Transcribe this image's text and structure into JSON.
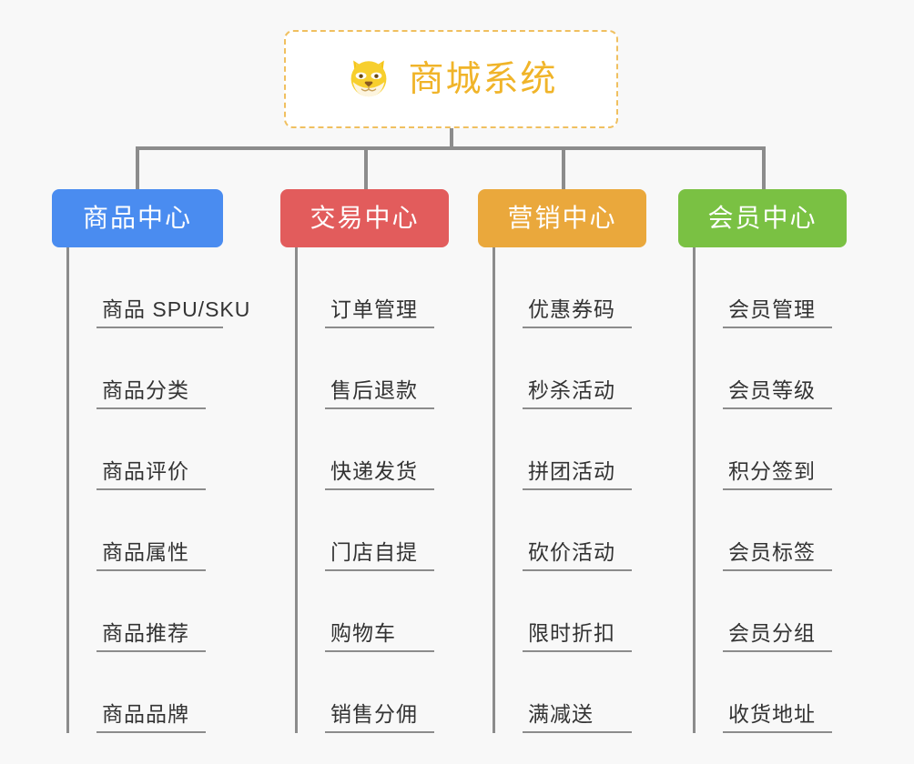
{
  "canvas": {
    "background_color": "#f8f8f8",
    "connector_color": "#8c8c8c"
  },
  "root": {
    "title": "商城系统",
    "icon": "dog-face-icon",
    "text_color": "#f0b429",
    "border_color": "#f0c060",
    "background_color": "#ffffff"
  },
  "columns": [
    {
      "category": "商品中心",
      "color": "#4a8cf0",
      "items": [
        "商品 SPU/SKU",
        "商品分类",
        "商品评价",
        "商品属性",
        "商品推荐",
        "商品品牌"
      ]
    },
    {
      "category": "交易中心",
      "color": "#e25c5c",
      "items": [
        "订单管理",
        "售后退款",
        "快递发货",
        "门店自提",
        "购物车",
        "销售分佣"
      ]
    },
    {
      "category": "营销中心",
      "color": "#eaa83c",
      "items": [
        "优惠券码",
        "秒杀活动",
        "拼团活动",
        "砍价活动",
        "限时折扣",
        "满减送"
      ]
    },
    {
      "category": "会员中心",
      "color": "#7ac143",
      "items": [
        "会员管理",
        "会员等级",
        "积分签到",
        "会员标签",
        "会员分组",
        "收货地址"
      ]
    }
  ]
}
